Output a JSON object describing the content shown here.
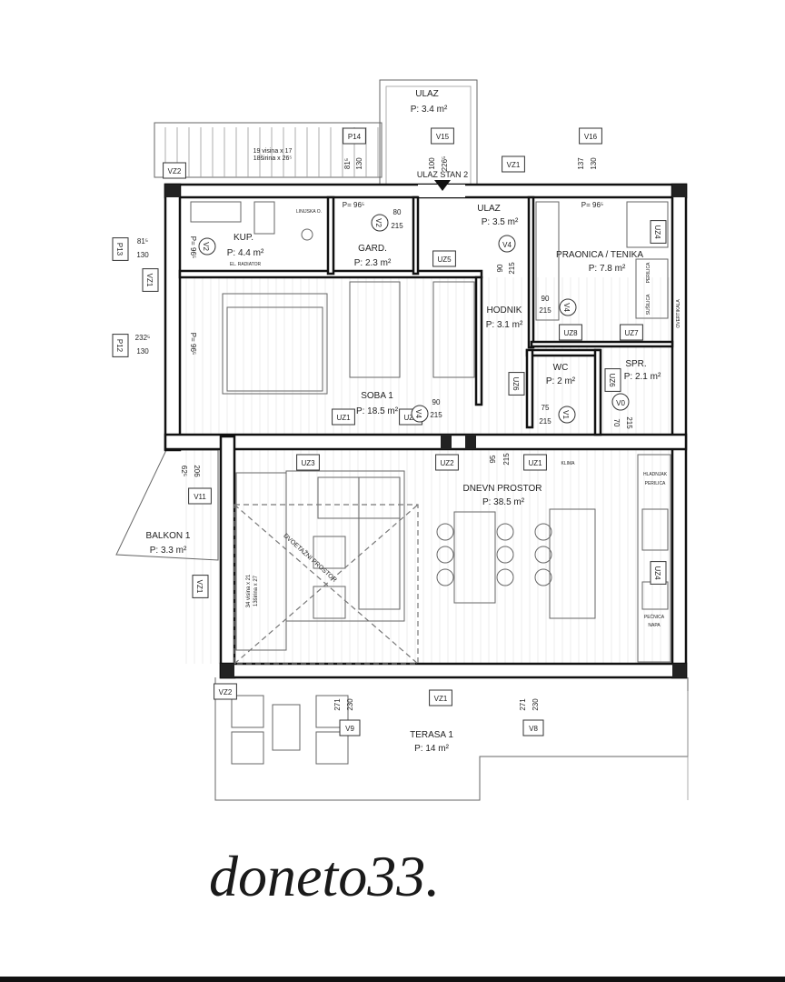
{
  "plan": {
    "rooms": [
      {
        "name": "ULAZ",
        "area": "P: 3.4 m²"
      },
      {
        "name": "KUP.",
        "area": "P: 4.4 m²"
      },
      {
        "name": "GARD.",
        "area": "P: 2.3 m²"
      },
      {
        "name": "ULAZ",
        "area": "P: 3.5 m²"
      },
      {
        "name": "PRAONICA / TENIKA",
        "area": "P: 7.8 m²"
      },
      {
        "name": "HODNIK",
        "area": "P: 3.1 m²"
      },
      {
        "name": "WC",
        "area": "P: 2 m²"
      },
      {
        "name": "SPR.",
        "area": "P: 2.1 m²"
      },
      {
        "name": "SOBA 1",
        "area": "P: 18.5 m²"
      },
      {
        "name": "BALKON 1",
        "area": "P: 3.3 m²"
      },
      {
        "name": "DNEVN PROSTOR",
        "area": "P: 38.5 m²"
      },
      {
        "name": "TERASA 1",
        "area": "P: 14 m²"
      }
    ],
    "entry_label": "ULAZ STAN 2",
    "tags": [
      "P14",
      "V15",
      "V16",
      "P13",
      "P12",
      "V11",
      "V9",
      "V8",
      "VZ2",
      "VZ1",
      "VZ1",
      "VZ1",
      "VZ2",
      "VZ1",
      "UZ5",
      "UZ8",
      "UZ7",
      "UZ6",
      "UZ6",
      "UZ1",
      "UZ3",
      "UZ3",
      "UZ2",
      "UZ1",
      "UZ4",
      "UZ4"
    ],
    "doors": [
      "V2",
      "V2",
      "V4",
      "V4",
      "V4",
      "V1",
      "V0"
    ],
    "dimensions": [
      "81⁵",
      "130",
      "100",
      "226⁵",
      "137",
      "130",
      "81⁵",
      "130",
      "232⁵",
      "130",
      "80",
      "215",
      "90",
      "215",
      "90",
      "215",
      "75",
      "215",
      "70",
      "215",
      "90",
      "215",
      "95",
      "215",
      "62⁵",
      "206",
      "271",
      "230",
      "271",
      "230"
    ],
    "levels": [
      "P= 96⁵",
      "P= 96⁵",
      "P= 96⁵",
      "P= 96⁵"
    ],
    "notes": [
      "19 visina x 17",
      "18širina x 26⁵",
      "LINIJSKA O.",
      "EL. RADIATOR",
      "KLIMA",
      "HLADNJAK",
      "PERILICA",
      "PEĆNICA",
      "NAPA",
      "DVOETAŽNI PROSTOR",
      "34 visina x 21",
      "13širina x 27",
      "SUŠILICA",
      "PERILICA",
      "OVERTIKALA"
    ]
  },
  "logo": {
    "text": "doneto33."
  },
  "colors": {
    "wall": "#111111",
    "line": "#666666",
    "background": "#ffffff"
  }
}
